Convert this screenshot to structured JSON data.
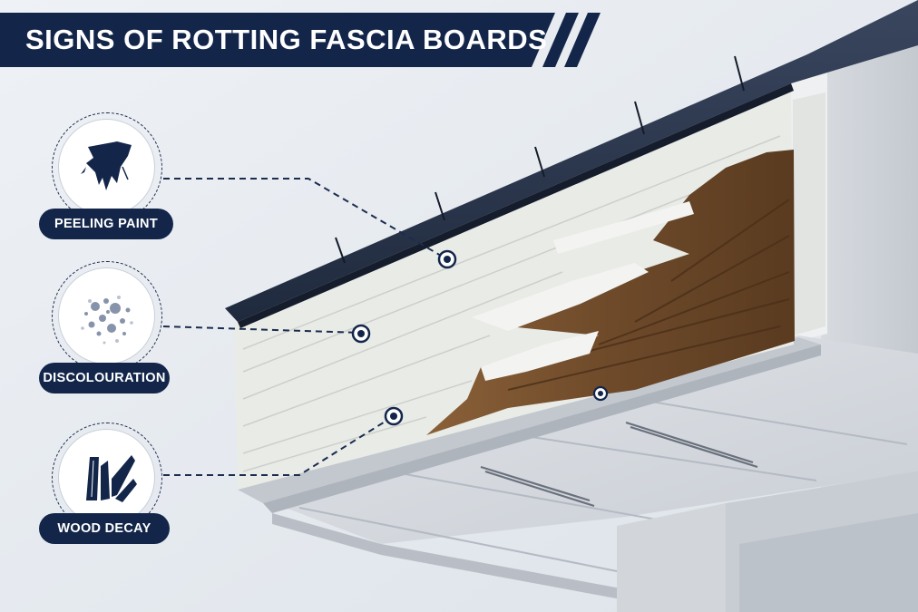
{
  "title": "SIGNS OF ROTTING FASCIA BOARDS",
  "callouts": [
    {
      "label": "PEELING PAINT",
      "icon": "peeling-paint-icon"
    },
    {
      "label": "DISCOLOURATION",
      "icon": "discolouration-icon"
    },
    {
      "label": "WOOD DECAY",
      "icon": "wood-decay-icon"
    }
  ],
  "colors": {
    "navy": "#13264a",
    "background": "#e6ebf1",
    "roof": "#27334a",
    "paint": "#eceeea",
    "wood": "#7a5431"
  }
}
